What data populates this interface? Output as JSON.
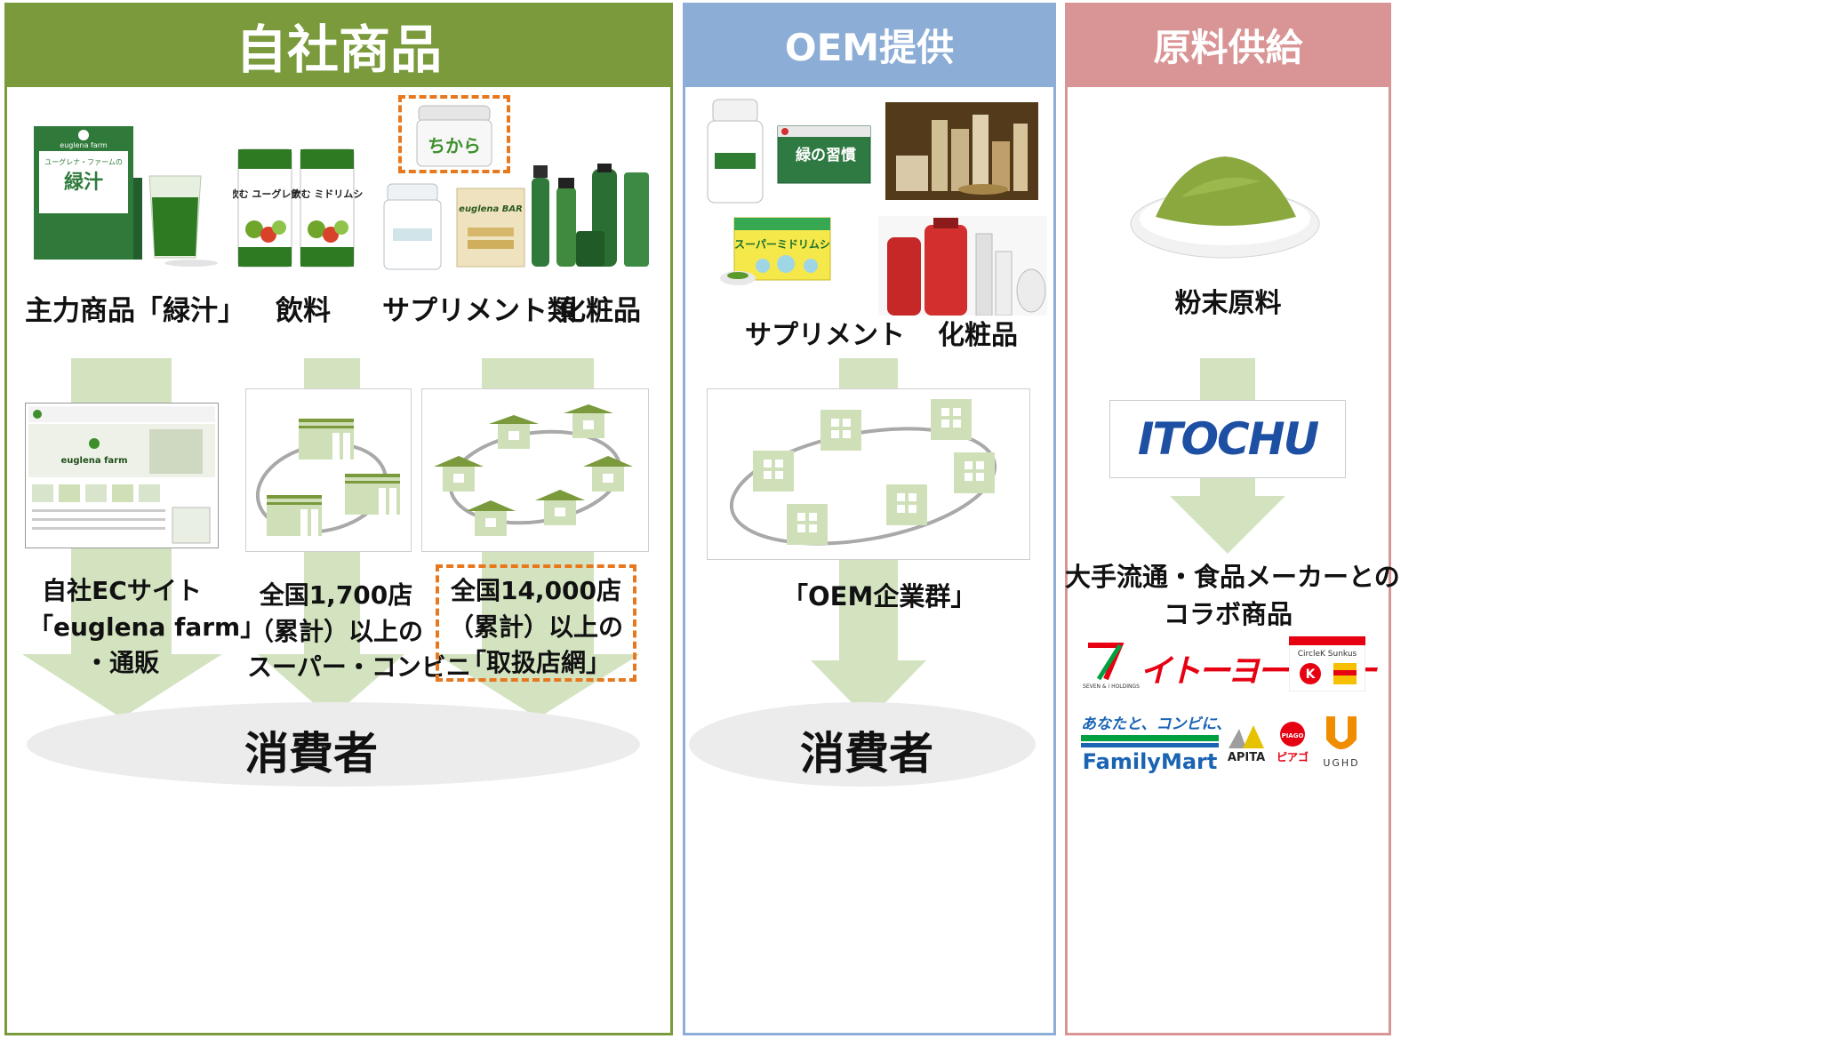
{
  "colors": {
    "own_green": "#7a9a3c",
    "oem_blue": "#8cadd6",
    "raw_pink": "#d99595",
    "arrow_green": "#d3e3c0",
    "building_green": "#cfe0b9",
    "accent_orange": "#e8781e",
    "consumer_gray": "#ececec"
  },
  "sections": {
    "own": {
      "header": "自社商品",
      "product_labels": [
        "主力商品「緑汁」",
        "飲料",
        "サプリメント類",
        "化粧品"
      ],
      "channels": [
        {
          "lines": [
            "自社ECサイト",
            "「euglena farm」",
            "・通販"
          ]
        },
        {
          "lines": [
            "全国1,700店",
            "（累計）以上の",
            "スーパー・コンビニ"
          ]
        },
        {
          "lines": [
            "全国14,000店",
            "（累計）以上の",
            "「取扱店網」"
          ]
        }
      ],
      "consumer": "消費者"
    },
    "oem": {
      "header": "OEM提供",
      "product_labels": [
        "サプリメント",
        "化粧品"
      ],
      "channel": "「OEM企業群」",
      "consumer": "消費者"
    },
    "raw": {
      "header": "原料供給",
      "product_label": "粉末原料",
      "partner_logo": "ITOCHU",
      "channel_lines": [
        "大手流通・食品メーカーとの",
        "コラボ商品"
      ],
      "retail_logos": {
        "seven": "SEVEN & i HOLDINGS",
        "itoyokado": "イトーヨーカドー",
        "circlek": "CircleK Sunkus",
        "familymart_tag": "あなたと、コンビに、",
        "familymart": "FamilyMart",
        "apita": "APITA",
        "piago": "ピアゴ",
        "ughd": "UGHD"
      }
    }
  },
  "product_texts": {
    "midorijiru_brand": "euglena farm",
    "midorijiru_sub": "ユーグレナ・ファームの",
    "midorijiru_name": "緑汁",
    "drink1_name": "飲む ユーグレナ",
    "drink2_name": "飲む ミドリムシ",
    "chikara_name": "ちから",
    "bar_name": "euglena BAR",
    "oem_green_box": "緑の習慣",
    "oem_yellow_box": "スーパーミドリムシ",
    "ec_logo": "euglena farm"
  }
}
